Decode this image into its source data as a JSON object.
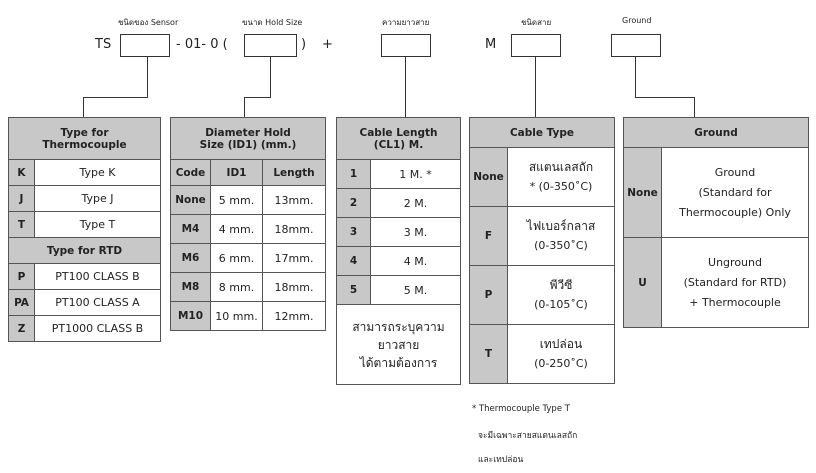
{
  "header": {
    "label_sensor": "ชนิดของ Sensor",
    "label_hold": "ขนาด Hold Size",
    "label_length": "ความยาวสาย",
    "label_cable": "ชนิดสาย",
    "label_ground": "Ground",
    "prefix": "TS",
    "mid1": "- 01- 0 (",
    "mid2": ")",
    "plus": "+",
    "unit_m": "M"
  },
  "sensor_table": {
    "header_tc_1": "Type for",
    "header_tc_2": "Thermocouple",
    "tc_rows": [
      {
        "code": "K",
        "desc": "Type K"
      },
      {
        "code": "J",
        "desc": "Type J"
      },
      {
        "code": "T",
        "desc": "Type T"
      }
    ],
    "header_rtd": "Type for RTD",
    "rtd_rows": [
      {
        "code": "P",
        "desc": "PT100 CLASS B"
      },
      {
        "code": "PA",
        "desc": "PT100 CLASS A"
      },
      {
        "code": "Z",
        "desc": "PT1000 CLASS B"
      }
    ]
  },
  "hold_table": {
    "header_1": "Diameter Hold",
    "header_2": "Size (ID1) (mm.)",
    "col_code": "Code",
    "col_id1": "ID1",
    "col_length": "Length",
    "rows": [
      {
        "code": "None",
        "id1": "5 mm.",
        "length": "13mm."
      },
      {
        "code": "M4",
        "id1": "4 mm.",
        "length": "18mm."
      },
      {
        "code": "M6",
        "id1": "6 mm.",
        "length": "17mm."
      },
      {
        "code": "M8",
        "id1": "8 mm.",
        "length": "18mm."
      },
      {
        "code": "M10",
        "id1": "10 mm.",
        "length": "12mm."
      }
    ]
  },
  "length_table": {
    "header_1": "Cable Length",
    "header_2": "(CL1) M.",
    "rows": [
      {
        "code": "1",
        "value": "1 M. *"
      },
      {
        "code": "2",
        "value": "2 M."
      },
      {
        "code": "3",
        "value": "3 M."
      },
      {
        "code": "4",
        "value": "4 M."
      },
      {
        "code": "5",
        "value": "5 M."
      }
    ],
    "custom_1": "สามารถระบุความ",
    "custom_2": "ยาวสาย",
    "custom_3": "ได้ตามต้องการ"
  },
  "cable_table": {
    "header": "Cable Type",
    "rows": [
      {
        "code": "None",
        "line1": "สแตนเลสถัก",
        "line2": "* (0-350˚C)"
      },
      {
        "code": "F",
        "line1": "ไฟเบอร์กลาส",
        "line2": "(0-350˚C)"
      },
      {
        "code": "P",
        "line1": "พีวีซี",
        "line2": "(0-105˚C)"
      },
      {
        "code": "T",
        "line1": "เทปล่อน",
        "line2": "(0-250˚C)"
      }
    ]
  },
  "ground_table": {
    "header": "Ground",
    "rows": [
      {
        "code": "None",
        "line1": "Ground",
        "line2": "(Standard for",
        "line3": "Thermocouple) Only"
      },
      {
        "code": "U",
        "line1": "Unground",
        "line2": "(Standard for RTD)",
        "line3": "+ Thermocouple"
      }
    ]
  },
  "footnote": {
    "line1": "* Thermocouple Type T",
    "line2": "จะมีเฉพาะสายสแตนเลสถัก",
    "line3": "และเทปล่อน"
  }
}
